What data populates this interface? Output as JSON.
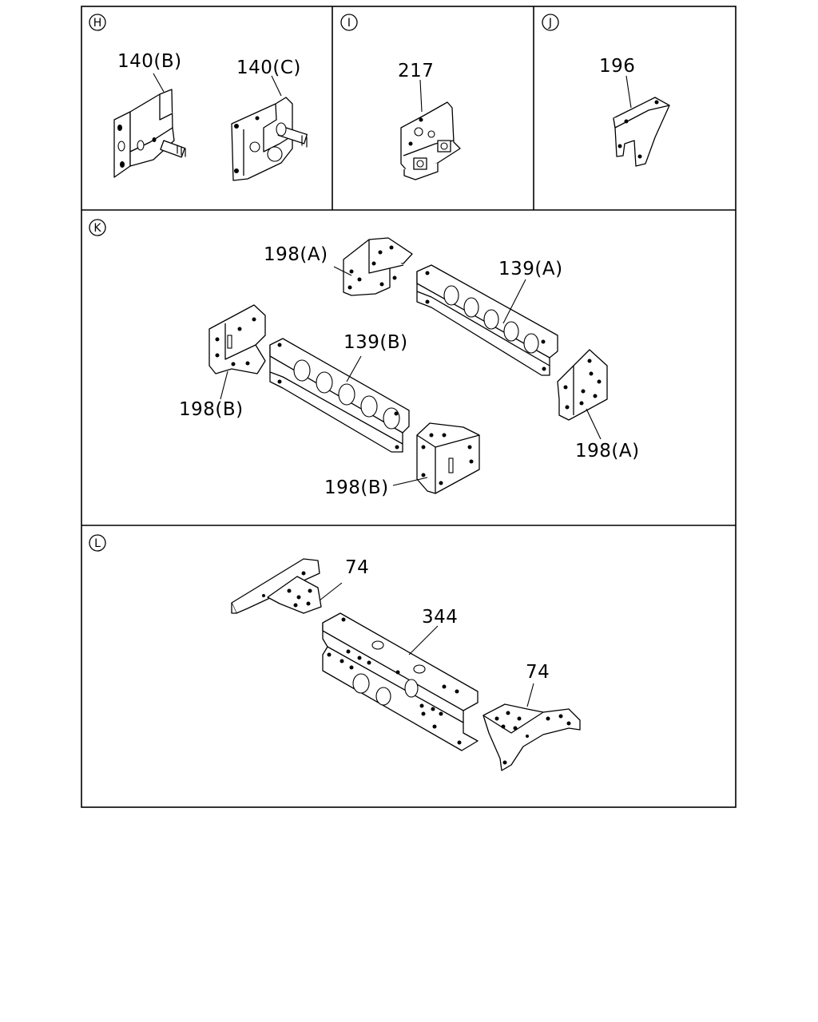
{
  "sections": {
    "H": {
      "letter": "H",
      "callouts": [
        "140(B)",
        "140(C)"
      ]
    },
    "I": {
      "letter": "I",
      "callouts": [
        "217"
      ]
    },
    "J": {
      "letter": "J",
      "callouts": [
        "196"
      ]
    },
    "K": {
      "letter": "K",
      "callouts": [
        "198(A)",
        "139(A)",
        "139(B)",
        "198(B)",
        "198(A)",
        "198(B)"
      ]
    },
    "L": {
      "letter": "L",
      "callouts": [
        "74",
        "344",
        "74"
      ]
    }
  }
}
